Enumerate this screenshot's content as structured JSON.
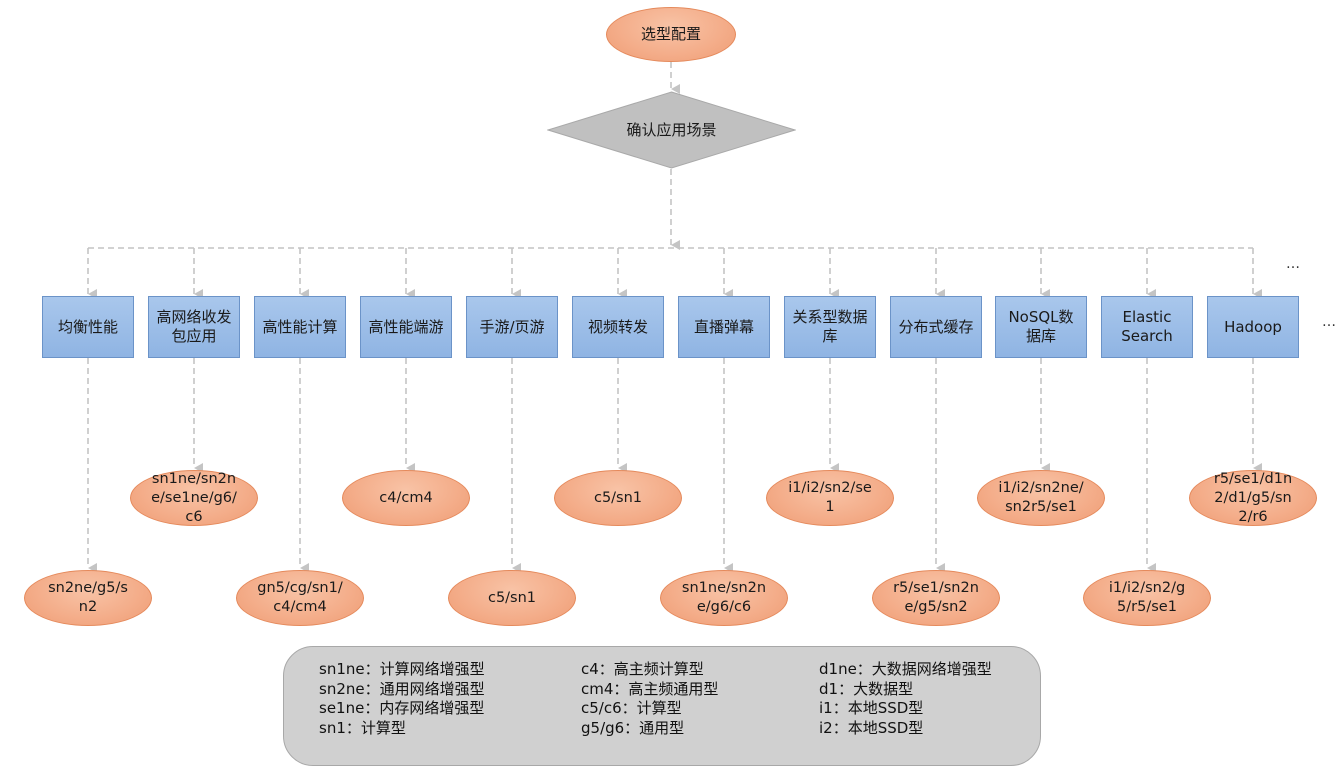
{
  "start": "选型配置",
  "decision": "确认应用场景",
  "ellipsis": "…",
  "scenarios": [
    {
      "label": "均衡性能",
      "result": "sn2ne/g5/sn2"
    },
    {
      "label": "高网络收发包应用",
      "result": "sn1ne/sn2ne/se1ne/g6/c6"
    },
    {
      "label": "高性能计算",
      "result": "gn5/cg/sn1/c4/cm4"
    },
    {
      "label": "高性能端游",
      "result": "c4/cm4"
    },
    {
      "label": "手游/页游",
      "result": "c5/sn1"
    },
    {
      "label": "视频转发",
      "result": "c5/sn1"
    },
    {
      "label": "直播弹幕",
      "result": "sn1ne/sn2ne/g6/c6"
    },
    {
      "label": "关系型数据库",
      "result": "i1/i2/sn2/se1"
    },
    {
      "label": "分布式缓存",
      "result": "r5/se1/sn2ne/g5/sn2"
    },
    {
      "label": "NoSQL数据库",
      "result": "i1/i2/sn2ne/sn2r5/se1"
    },
    {
      "label": "Elastic Search",
      "result": "i1/i2/sn2/g5/r5/se1"
    },
    {
      "label": "Hadoop",
      "result": "r5/se1/d1n2/d1/g5/sn2/r6"
    }
  ],
  "legend": {
    "col1": [
      "sn1ne：计算网络增强型",
      "sn2ne：通用网络增强型",
      "se1ne：内存网络增强型",
      "sn1：计算型"
    ],
    "col2": [
      "c4：高主频计算型",
      "cm4：高主频通用型",
      "c5/c6：计算型",
      "g5/g6：通用型"
    ],
    "col3": [
      "d1ne：大数据网络增强型",
      "d1：大数据型",
      "i1：本地SSD型",
      "i2：本地SSD型"
    ]
  },
  "colors": {
    "ellipse_fill": "#f4ae8b",
    "ellipse_border": "#e58a5c",
    "box_fill": "#9dbde8",
    "box_border": "#6b93c8",
    "diamond_fill": "#c0c0c0",
    "connector": "#bdbdbd",
    "legend_fill": "#d0d0d0"
  }
}
